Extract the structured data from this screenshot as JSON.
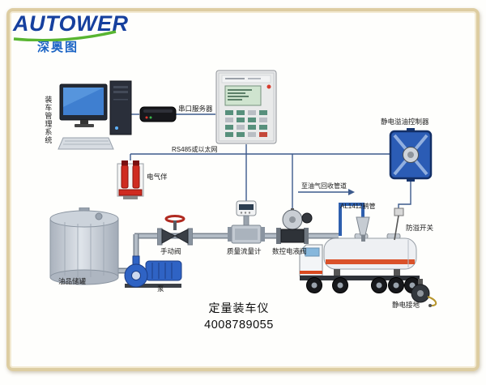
{
  "logo": {
    "brand": "AUTOWER",
    "subtitle": "深奥图",
    "brand_color": "#16409e",
    "accent_color": "#58b531"
  },
  "footer": {
    "title": "定量装车仪",
    "phone": "4008789055"
  },
  "labels": {
    "management_system": "装车管理系统",
    "serial_server": "串口服务器",
    "network": "RS485或以太网",
    "static_overflow_controller": "静电溢油控制器",
    "electric_heater": "电气伴",
    "oil_tank": "油品储罐",
    "pump": "泵",
    "manual_valve": "手动阀",
    "mass_flow_meter": "质量流量计",
    "control_valve": "数控电液阀",
    "vapor_recovery": "至油气回收管道",
    "loading_arm": "AL1412鹤管",
    "overflow_switch": "防溢开关",
    "static_grounding": "静电接地"
  },
  "colors": {
    "wire": "#3c5a8c",
    "pipe": "#9aa3af",
    "device_blue": "#2b5cb5",
    "alert_red": "#cf2b20"
  }
}
